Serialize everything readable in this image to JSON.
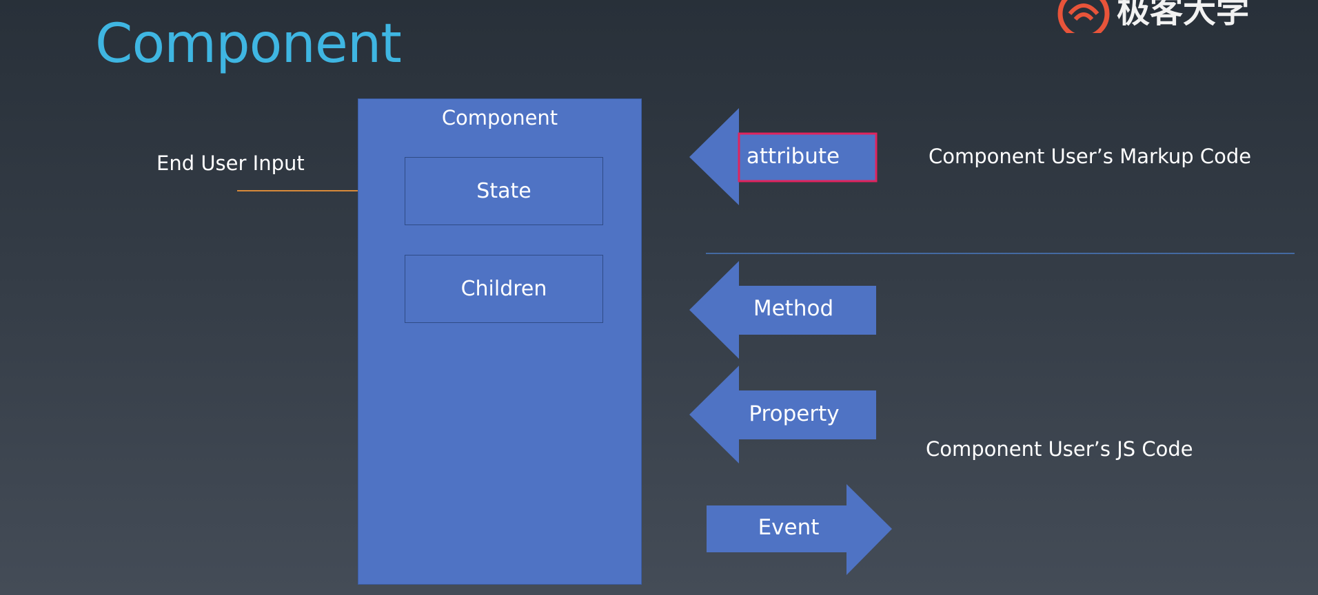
{
  "slide": {
    "title": "Component"
  },
  "logo": {
    "text": "极客大学"
  },
  "component": {
    "label": "Component",
    "state_label": "State",
    "children_label": "Children"
  },
  "inputs": {
    "end_user_input": "End User Input"
  },
  "interface": {
    "attribute": "attribute",
    "method": "Method",
    "property": "Property",
    "event": "Event"
  },
  "audiences": {
    "markup_code": "Component User’s Markup Code",
    "js_code": "Component User’s JS Code"
  },
  "colors": {
    "background_top": "#283039",
    "background_bottom": "#444c57",
    "title": "#3fb6e2",
    "box_fill": "#4f73c4",
    "flow_arrow": "#e07b2c",
    "highlight": "#e0245e",
    "divider": "#4a7ac0",
    "logo_accent": "#e8543a"
  }
}
